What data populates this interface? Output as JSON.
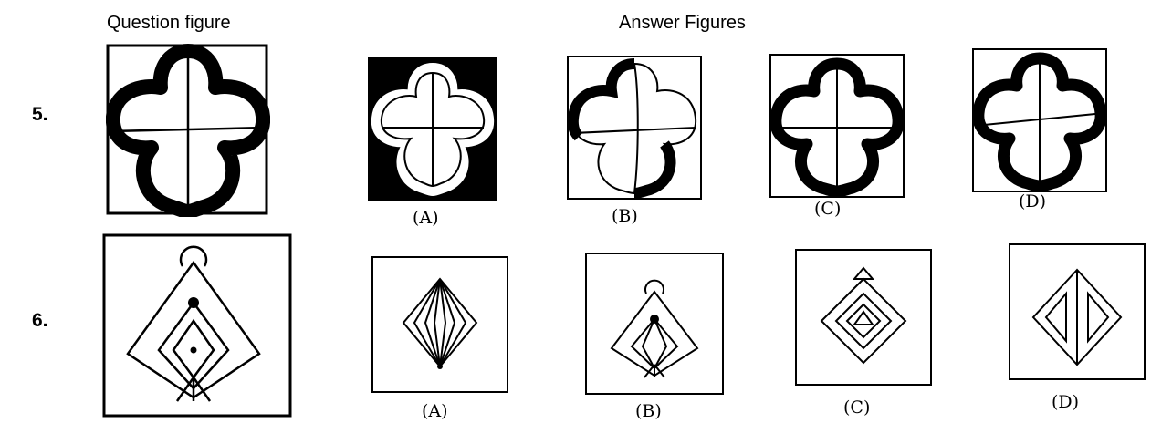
{
  "headers": {
    "question": "Question figure",
    "answers": "Answer Figures"
  },
  "questions": [
    {
      "number": "5.",
      "options": [
        "(A)",
        "(B)",
        "(C)",
        "(D)"
      ]
    },
    {
      "number": "6.",
      "options": [
        "(A)",
        "(B)",
        "(C)",
        "(D)"
      ]
    }
  ]
}
